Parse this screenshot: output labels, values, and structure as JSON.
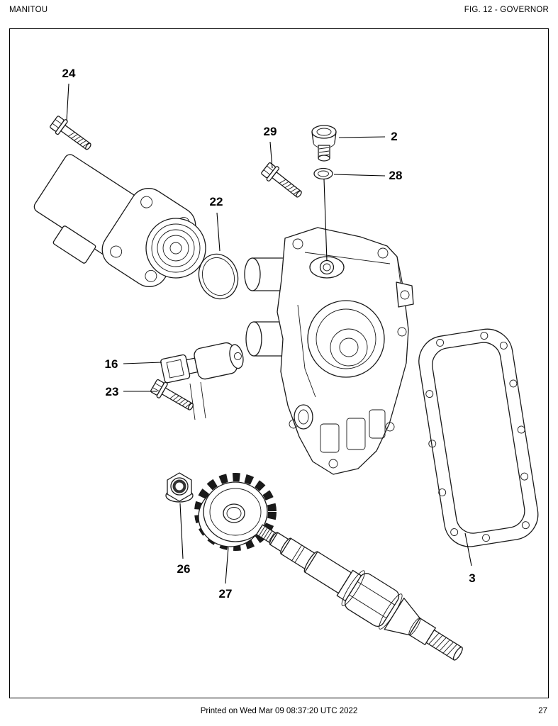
{
  "header": {
    "left": "MANITOU",
    "right": "FIG. 12 - GOVERNOR"
  },
  "parts": [
    {
      "number": "24"
    },
    {
      "number": "29"
    },
    {
      "number": "2"
    },
    {
      "number": "28"
    },
    {
      "number": "22"
    },
    {
      "number": "16"
    },
    {
      "number": "23"
    },
    {
      "number": "26"
    },
    {
      "number": "27"
    },
    {
      "number": "3"
    }
  ],
  "footer": {
    "printed": "Printed on  Wed Mar 09 08:37:20 UTC 2022",
    "page": "27"
  }
}
